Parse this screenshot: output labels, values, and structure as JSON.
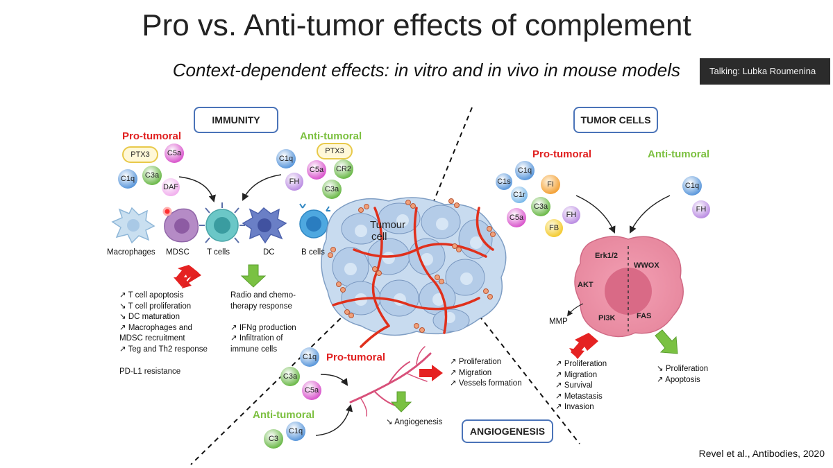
{
  "slide": {
    "title": "Pro vs. Anti-tumor effects of complement",
    "subtitle": "Context-dependent effects: in vitro and in vivo in mouse models",
    "talking": "Talking: Lubka Roumenina",
    "citation": "Revel et al., Antibodies, 2020"
  },
  "immunity": {
    "label": "IMMUNITY",
    "pro_label": "Pro-tumoral",
    "anti_label": "Anti-tumoral",
    "pro_molecules": [
      "PTX3",
      "C5a",
      "C3a",
      "C1q",
      "DAF"
    ],
    "anti_molecules": [
      "PTX3",
      "C1q",
      "C5a",
      "CR2",
      "FH",
      "C3a"
    ],
    "cells": [
      "Macrophages",
      "MDSC",
      "T cells",
      "DC",
      "B cells"
    ],
    "pro_effects": [
      "↗ T cell apoptosis",
      "↘ T cell proliferation",
      "↘ DC maturation",
      "↗ Macrophages and",
      "MDSC recruitment",
      "↗ Teg and Th2 response"
    ],
    "pro_extra": "PD-L1 resistance",
    "anti_effects": [
      "Radio and chemo-",
      "therapy response",
      "",
      "↗ IFNg production",
      "↗ Infiltration of",
      "immune cells"
    ]
  },
  "tumour": {
    "label_line1": "Tumour",
    "label_line2": "cell"
  },
  "tumor_cells": {
    "label": "TUMOR CELLS",
    "pro_label": "Pro-tumoral",
    "anti_label": "Anti-tumoral",
    "pro_molecules": [
      "C1q",
      "C1s",
      "FI",
      "C1r",
      "C3a",
      "FH",
      "C5a",
      "FB"
    ],
    "anti_molecules": [
      "C1q",
      "FH"
    ],
    "cell_markers": [
      "Erk1/2",
      "WWOX",
      "AKT",
      "PI3K",
      "FAS"
    ],
    "mmp": "MMP",
    "pro_effects": [
      "↗ Proliferation",
      "↗ Migration",
      "↗ Survival",
      "↗ Metastasis",
      "↗ Invasion"
    ],
    "anti_effects": [
      "↘ Proliferation",
      "↗ Apoptosis"
    ]
  },
  "angiogenesis": {
    "label": "ANGIOGENESIS",
    "pro_label": "Pro-tumoral",
    "anti_label": "Anti-tumoral",
    "pro_molecules": [
      "C1q",
      "C3a",
      "C5a"
    ],
    "anti_molecules": [
      "C3",
      "C1q"
    ],
    "pro_effects": [
      "↗ Proliferation",
      "↗ Migration",
      "↗ Vessels formation"
    ],
    "anti_effect": "↘ Angiogenesis"
  },
  "colors": {
    "pro": "#e02020",
    "anti": "#7cc040",
    "box_border": "#4a73b8"
  }
}
